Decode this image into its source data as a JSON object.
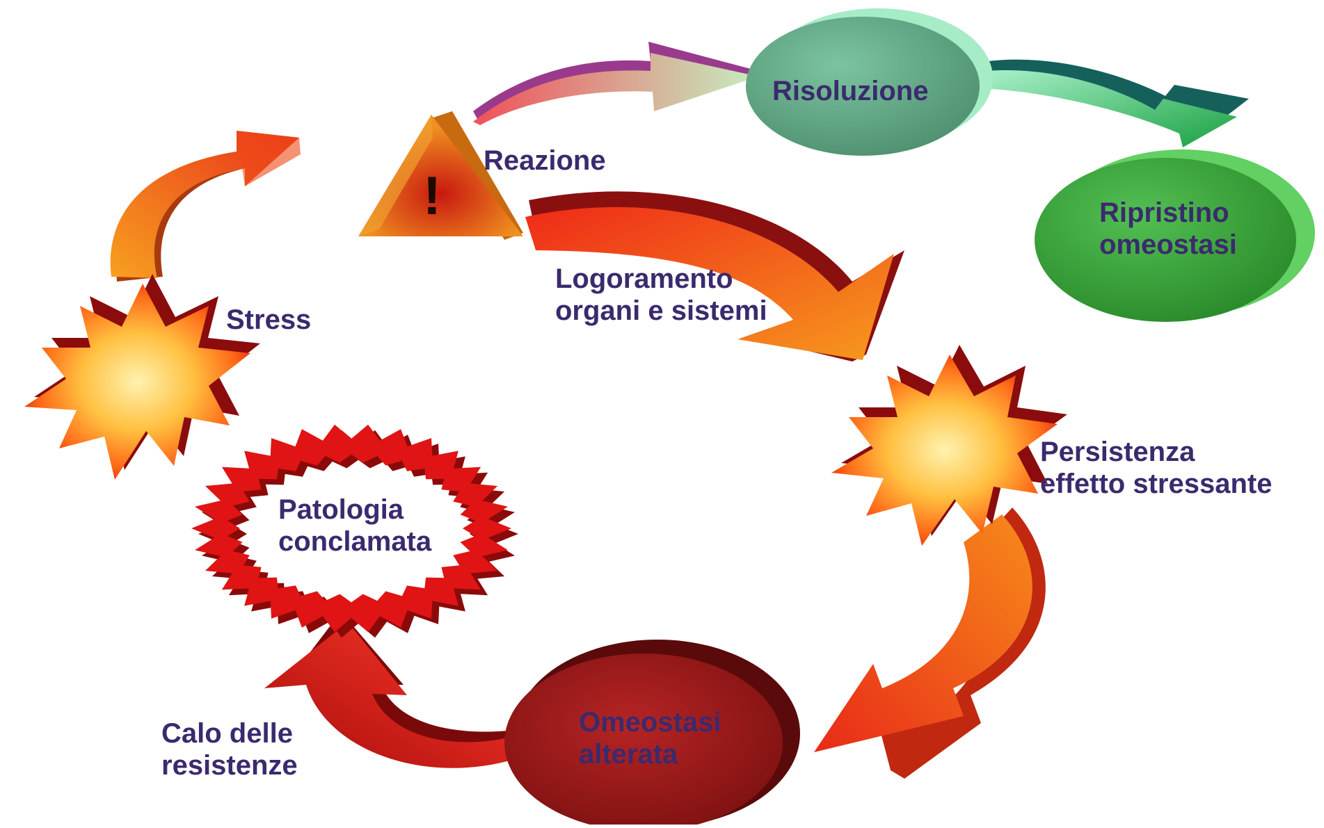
{
  "nodes": {
    "stress": {
      "label": "Stress"
    },
    "reazione": {
      "label": "Reazione",
      "symbol": "!"
    },
    "risoluzione": {
      "label": "Risoluzione"
    },
    "ripristino": {
      "lines": [
        "Ripristino",
        "omeostasi"
      ]
    },
    "persistenza": {
      "lines": [
        "Persistenza",
        "effetto stressante"
      ]
    },
    "omeostasi_alterata": {
      "lines": [
        "Omeostasi",
        "alterata"
      ]
    },
    "patologia": {
      "lines": [
        "Patologia",
        "conclamata"
      ]
    }
  },
  "edges": {
    "logoramento": {
      "lines": [
        "Logoramento",
        "organi e sistemi"
      ]
    },
    "calo_resistenze": {
      "lines": [
        "Calo delle",
        "resistenze"
      ]
    }
  },
  "colors": {
    "label_text": "#3b2a6e",
    "risoluzione_fill": "#6aa88a",
    "ripristino_fill": "#3fa840",
    "omeostasi_alterata_fill": "#a81e1e",
    "warning_fill": "#e08a10",
    "hot_arrow": "#e83a10",
    "ring": "#c81010"
  },
  "icons": {
    "stress": "explosion-icon",
    "persistenza": "explosion-icon",
    "reazione": "warning-triangle-icon",
    "patologia": "jagged-ring-icon"
  }
}
